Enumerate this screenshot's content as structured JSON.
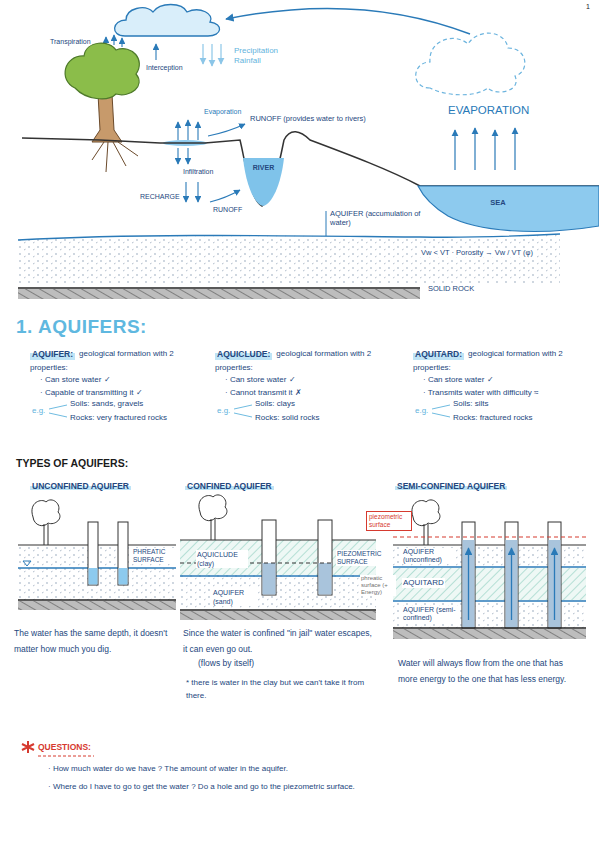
{
  "diagram": {
    "title": "1. AQUIFERS:",
    "nodes": [
      {
        "text": [
          "RIVER"
        ]
      },
      {
        "text": [
          "SEA"
        ]
      }
    ],
    "labels": [
      "1",
      "Transpiration",
      "Interception",
      "Precipitation Rainfall",
      "EVAPORATION",
      "Evaporation",
      "RUNOFF (provides water to rivers)",
      "Infiltration",
      "RECHARGE",
      "RUNOFF",
      "AQUIFER (accumulation of water)",
      "Vw < VT · Porosity → Vw / VT (φ)",
      "SOLID ROCK",
      "AQUIFER:",
      "geological formation with 2 properties:",
      "· Can store water ✓",
      "· Capable of transmitting it ✓",
      "e.g.",
      "Soils: sands, gravels",
      "Rocks: very fractured rocks",
      "AQUICLUDE:",
      "geological formation with 2 properties:",
      "· Can store water ✓",
      "· Cannot transmit it ✗",
      "e.g.",
      "Soils: clays",
      "Rocks: solid rocks",
      "AQUITARD:",
      "geological formation with 2 properties:",
      "· Can store water ✓",
      "· Transmits water with difficulty ≈",
      "e.g.",
      "Soils: silts",
      "Rocks: fractured rocks",
      "TYPES OF AQUIFERS:",
      "UNCONFINED AQUIFER",
      "PHREATIC SURFACE",
      "The water has the same depth, it doesn't matter how much you dig.",
      "CONFINED AQUIFER",
      "AQUICLUDE (clay)",
      "PIEZOMETRIC SURFACE",
      "AQUIFER (sand)",
      "Since the water is confined \"in jail\" water escapes, it can even go out.",
      "(flows by itself)",
      "* there is water in the clay but we can't take it from there.",
      "SEMI-CONFINED AQUIFER",
      "piezometric surface",
      "AQUIFER (unconfined)",
      "AQUITARD",
      "phreatic surface (+ Energy)",
      "AQUIFER (semi-confined)",
      "Water will always flow from the one that has more energy to the one that has less energy.",
      "QUESTIONS:",
      "· How much water do we have ? The amount of water in the aquifer.",
      "· Where do I have to go to get the water ? Do a hole and go to the piezometric surface."
    ]
  }
}
